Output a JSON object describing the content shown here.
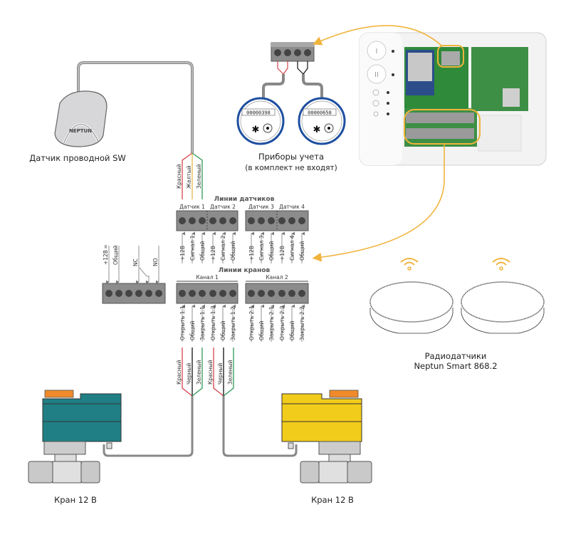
{
  "colors": {
    "accent_orange": "#f0b43c",
    "wire_red": "#d9444e",
    "wire_yellow": "#e8b84a",
    "wire_green": "#2e9a5a",
    "wire_black": "#111111",
    "cable_gray": "#9a9a9a",
    "terminal_gray": "#8c8c8c",
    "valve_teal": "#1f7f84",
    "valve_yellow": "#f2cc1a",
    "valve_handle": "#f08a2a",
    "meter_blue": "#1e4fa0"
  },
  "wired_sensor": {
    "caption": "Датчик проводной SW",
    "brand": "NEPTUN",
    "wires": [
      "Красный",
      "Желтый",
      "Зеленый"
    ]
  },
  "meters": {
    "caption_line1": "Приборы учета",
    "caption_line2": "(в комплект не входят)",
    "readings": [
      "00000398",
      "00000658"
    ]
  },
  "sensor_lines": {
    "title": "Линии датчиков",
    "groups": [
      "Датчик 1",
      "Датчик 2",
      "Датчик 3",
      "Датчик 4"
    ],
    "pins": [
      "+12В",
      "Сигнал 1",
      "Общий",
      "+12В",
      "Сигнал 2",
      "Общий",
      "+12В",
      "Сигнал 3",
      "Общий",
      "+12В",
      "Сигнал 4",
      "Общий"
    ]
  },
  "power_block": {
    "pins": [
      "+12В ═",
      "Общий",
      "NC",
      "NO"
    ]
  },
  "valve_lines": {
    "title": "Линии кранов",
    "groups": [
      "Канал 1",
      "Канал 2"
    ],
    "pins": [
      "Открыть 1.1",
      "Общий",
      "Закрыть 1.1",
      "Открыть 1.2",
      "Общий",
      "Закрыть 1.2",
      "Открыть 2.1",
      "Общий",
      "Закрыть 2.1",
      "Открыть 2.2",
      "Общий",
      "Закрыть 2.2"
    ],
    "wires_left": [
      "Красный",
      "Черный",
      "Зеленый"
    ],
    "wires_right": [
      "Красный",
      "Черный",
      "Зеленый"
    ]
  },
  "valves": [
    {
      "caption": "Кран 12 В",
      "color": "teal"
    },
    {
      "caption": "Кран 12 В",
      "color": "yellow"
    }
  ],
  "radio_sensors": {
    "caption_line1": "Радиодатчики",
    "caption_line2": "Neptun Smart 868.2"
  },
  "controller": {
    "buttons": [
      "I",
      "II"
    ]
  }
}
